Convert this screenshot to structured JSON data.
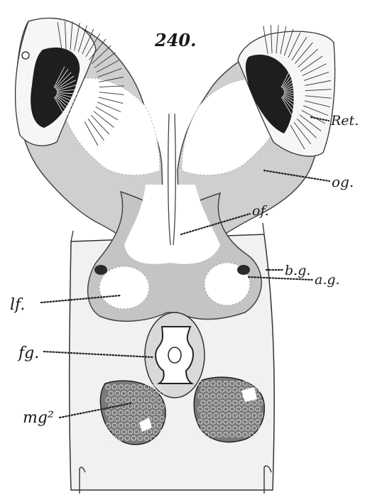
{
  "figure": {
    "number": "240.",
    "labels": {
      "retina": "Ret.",
      "optic_ganglion": "og.",
      "optic_fibres": "of.",
      "brain_ganglion": "b.g.",
      "accessory_ganglion": "a.g.",
      "lobe": "lf.",
      "frontal_ganglion": "fg.",
      "midgut": "mg²"
    }
  },
  "colors": {
    "ink": "#1a1a1a",
    "tissue_fill": "#c9c9c9",
    "pale_fill": "#ffffff",
    "retina_fill": "#f4f4f4",
    "body_fill": "#eeeeee"
  }
}
